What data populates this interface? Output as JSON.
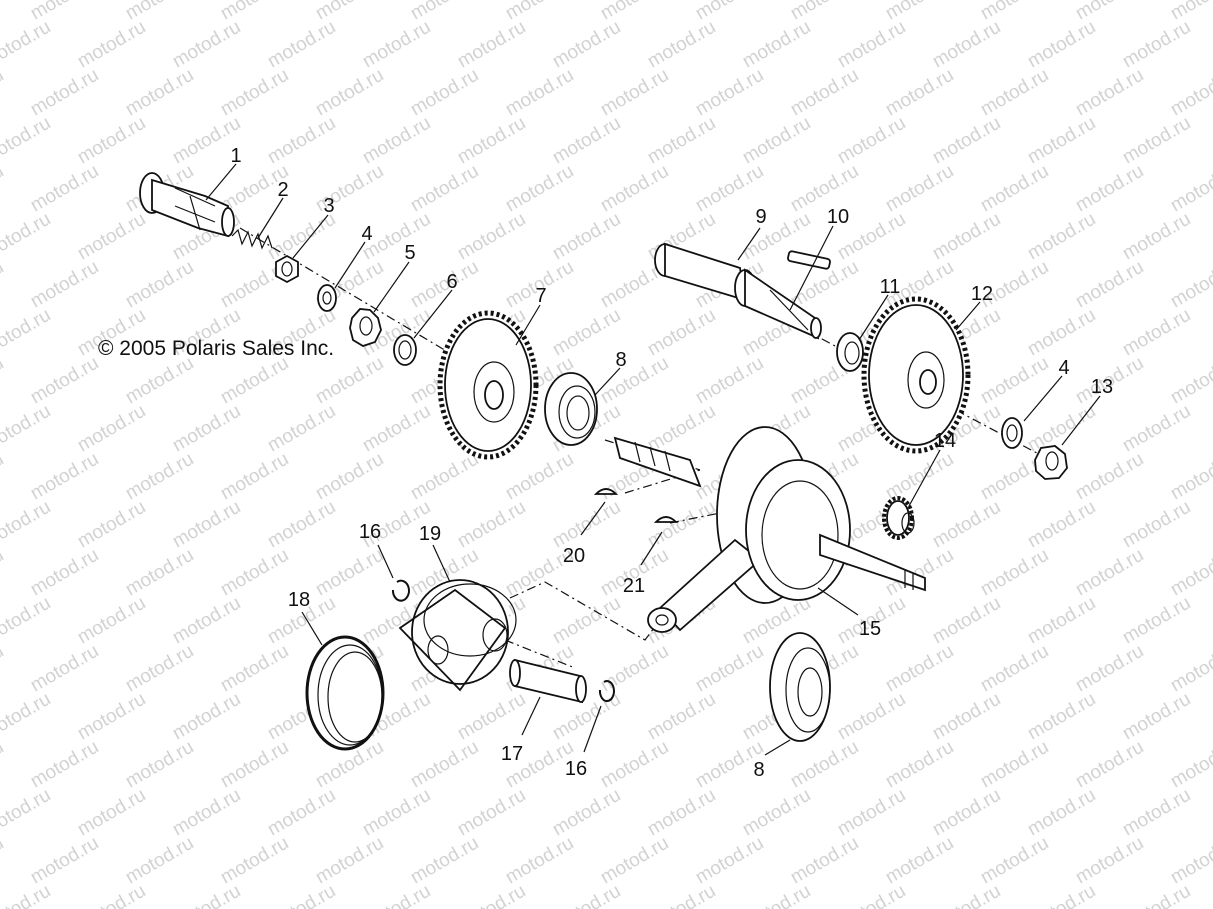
{
  "copyright": "© 2005 Polaris Sales Inc.",
  "watermark": "motod.ru",
  "callouts": [
    "1",
    "2",
    "3",
    "4",
    "5",
    "6",
    "7",
    "8",
    "9",
    "10",
    "11",
    "12",
    "4",
    "13",
    "14",
    "20",
    "21",
    "15",
    "16",
    "19",
    "18",
    "17",
    "16",
    "8"
  ]
}
